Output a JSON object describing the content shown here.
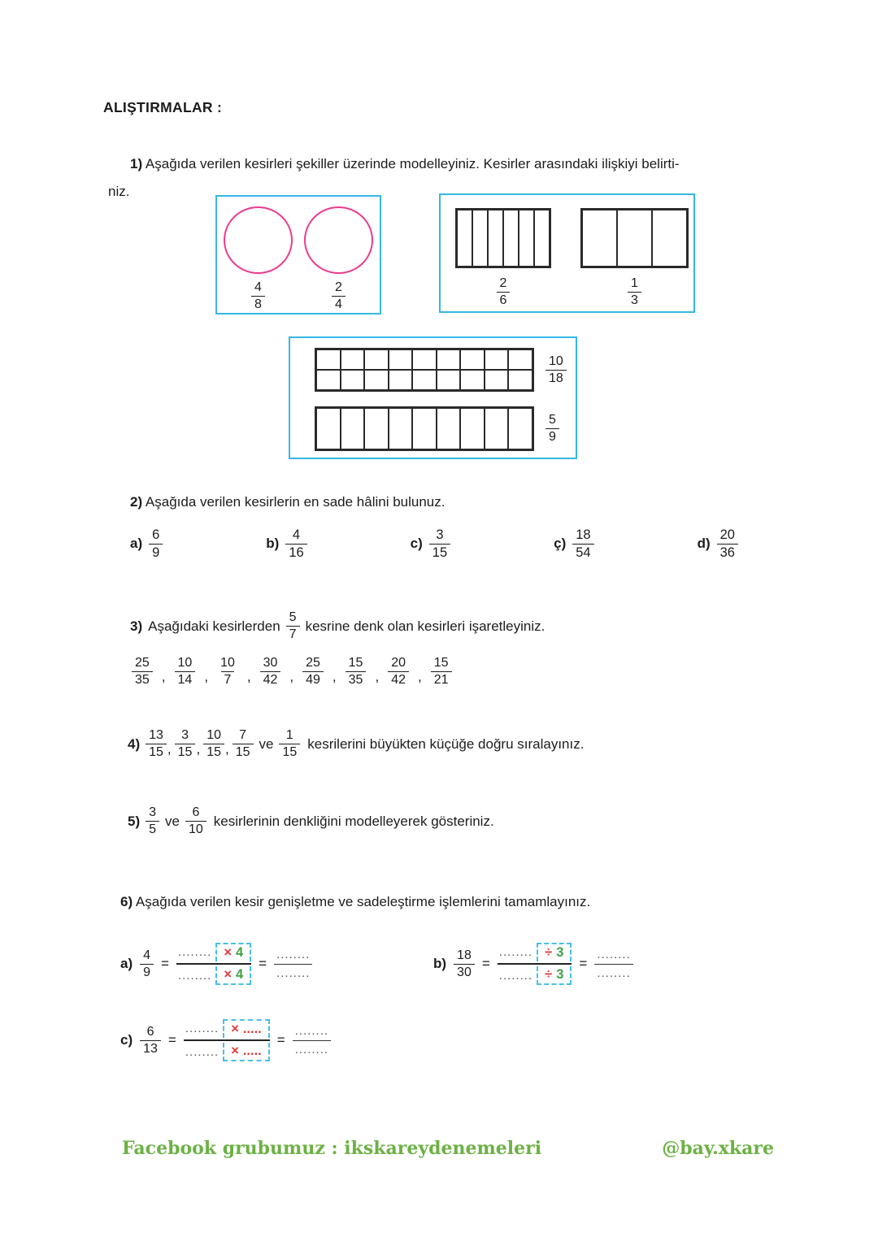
{
  "title": "ALIŞTIRMALAR :",
  "q1": {
    "number": "1)",
    "text1": "Aşağıda verilen kesirleri şekiller üzerinde modelleyiniz. Kesirler arasındaki ilişkiyi belirti-",
    "text2": "niz.",
    "circles": [
      {
        "num": "4",
        "den": "8"
      },
      {
        "num": "2",
        "den": "4"
      }
    ],
    "strips": [
      {
        "num": "2",
        "den": "6",
        "parts": 6
      },
      {
        "num": "1",
        "den": "3",
        "parts": 3
      }
    ],
    "grids": [
      {
        "num": "10",
        "den": "18",
        "cells": 18
      },
      {
        "num": "5",
        "den": "9",
        "cells": 9
      }
    ]
  },
  "q2": {
    "number": "2)",
    "text": "Aşağıda verilen kesirlerin en sade hâlini bulunuz.",
    "items": [
      {
        "label": "a)",
        "num": "6",
        "den": "9"
      },
      {
        "label": "b)",
        "num": "4",
        "den": "16"
      },
      {
        "label": "c)",
        "num": "3",
        "den": "15"
      },
      {
        "label": "ç)",
        "num": "18",
        "den": "54"
      },
      {
        "label": "d)",
        "num": "20",
        "den": "36"
      }
    ]
  },
  "q3": {
    "number": "3)",
    "text_before": "Aşağıdaki kesirlerden",
    "frac": {
      "num": "5",
      "den": "7"
    },
    "text_after": "kesrine denk olan kesirleri işaretleyiniz.",
    "separator": ",",
    "items": [
      {
        "num": "25",
        "den": "35"
      },
      {
        "num": "10",
        "den": "14"
      },
      {
        "num": "10",
        "den": "7"
      },
      {
        "num": "30",
        "den": "42"
      },
      {
        "num": "25",
        "den": "49"
      },
      {
        "num": "15",
        "den": "35"
      },
      {
        "num": "20",
        "den": "42"
      },
      {
        "num": "15",
        "den": "21"
      }
    ]
  },
  "q4": {
    "number": "4)",
    "separator": ",",
    "items": [
      {
        "num": "13",
        "den": "15"
      },
      {
        "num": "3",
        "den": "15"
      },
      {
        "num": "10",
        "den": "15"
      },
      {
        "num": "7",
        "den": "15"
      }
    ],
    "conj": "ve",
    "last": {
      "num": "1",
      "den": "15"
    },
    "text_after": "kesrilerini büyükten küçüğe doğru sıralayınız."
  },
  "q5": {
    "number": "5)",
    "frac1": {
      "num": "3",
      "den": "5"
    },
    "conj": "ve",
    "frac2": {
      "num": "6",
      "den": "10"
    },
    "text_after": "kesirlerinin denkliğini modelleyerek gösteriniz."
  },
  "q6": {
    "number": "6)",
    "text": "Aşağıda verilen kesir genişletme ve sadeleştirme işlemlerini tamamlayınız.",
    "equals": "=",
    "items": [
      {
        "label": "a)",
        "num": "4",
        "den": "9",
        "blank": "........",
        "op_sym": "×",
        "op_val": "4",
        "result_blank": "........"
      },
      {
        "label": "b)",
        "num": "18",
        "den": "30",
        "blank": "........",
        "op_sym": "÷",
        "op_val": "3",
        "result_blank": "........"
      },
      {
        "label": "c)",
        "num": "6",
        "den": "13",
        "blank": "........",
        "op_sym": "×",
        "op_val": ".....",
        "result_blank": "........"
      }
    ]
  },
  "footer": {
    "left": "Facebook grubumuz : ikskareydenemeleri",
    "right": "@bay.xkare"
  },
  "colors": {
    "box_border": "#35b7e5",
    "circle_stroke": "#ec3a8d",
    "dashed_box": "#45c1e8",
    "op_symbol_red": "#e23b3b",
    "op_value_green": "#43a047",
    "footer_green": "#6cb144"
  }
}
